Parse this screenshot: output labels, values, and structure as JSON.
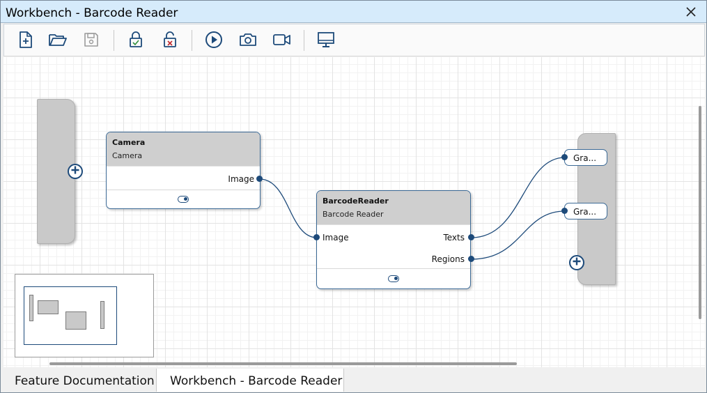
{
  "window": {
    "title": "Workbench - Barcode Reader"
  },
  "toolbar": {
    "buttons": [
      {
        "icon": "new-file-icon"
      },
      {
        "icon": "open-folder-icon"
      },
      {
        "icon": "save-icon"
      },
      {
        "icon": "lock-icon"
      },
      {
        "icon": "unlock-icon"
      },
      {
        "icon": "play-icon"
      },
      {
        "icon": "camera-icon"
      },
      {
        "icon": "video-icon"
      },
      {
        "icon": "monitor-icon"
      }
    ]
  },
  "graph": {
    "nodes": [
      {
        "name": "Camera",
        "type": "Camera",
        "outputs": [
          "Image"
        ]
      },
      {
        "name": "BarcodeReader",
        "type": "Barcode Reader",
        "inputs": [
          "Image"
        ],
        "outputs": [
          "Texts",
          "Regions"
        ]
      }
    ],
    "outputs": [
      "Gra...",
      "Gra..."
    ]
  },
  "tabs": [
    {
      "label": "Feature Documentation",
      "active": false
    },
    {
      "label": "Workbench - Barcode Reader",
      "active": true
    }
  ],
  "colors": {
    "accent": "#1d4a7a",
    "titlebar": "#d6ebfb",
    "node_header": "#cfcfcf"
  }
}
